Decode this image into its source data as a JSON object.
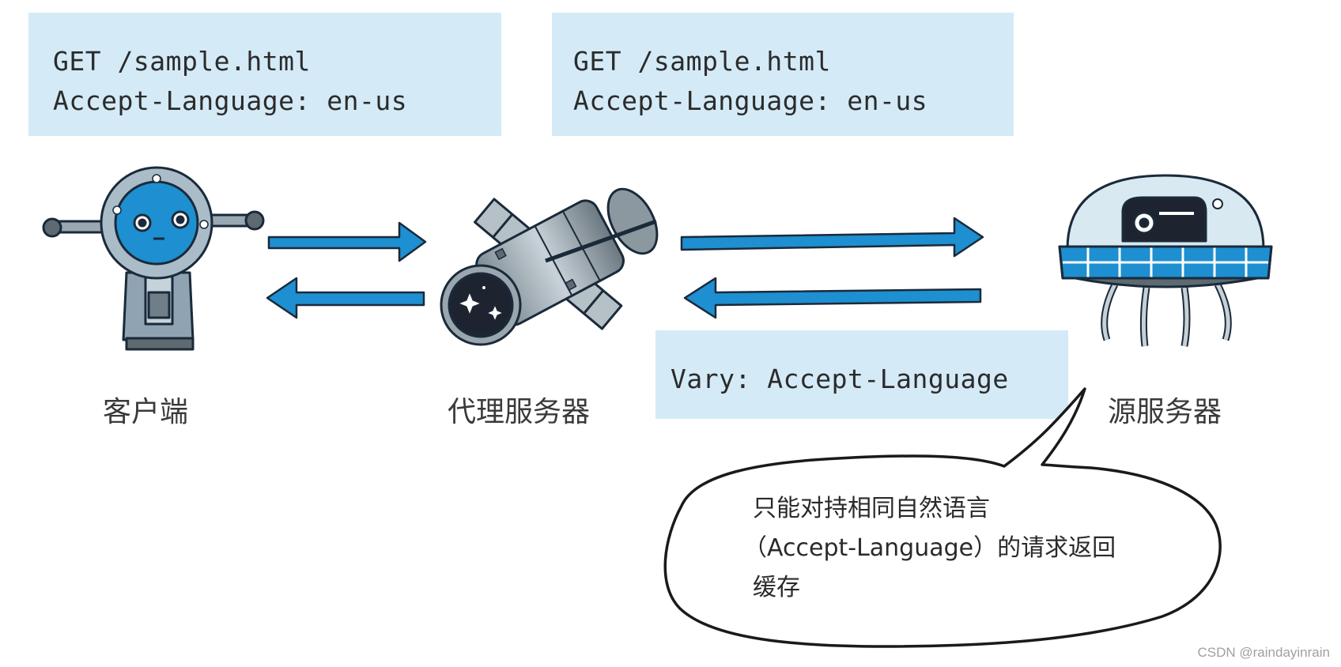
{
  "request_left": {
    "line1": "GET /sample.html",
    "line2": "Accept-Language: en-us"
  },
  "request_right": {
    "line1": "GET /sample.html",
    "line2": "Accept-Language: en-us"
  },
  "response_header": "Vary: Accept-Language",
  "nodes": {
    "client": "客户端",
    "proxy": "代理服务器",
    "origin": "源服务器"
  },
  "note": {
    "line1": "只能对持相同自然语言",
    "line2": "（Accept-Language）的请求返回",
    "line3": "缓存"
  },
  "watermark": "CSDN @raindayinrain",
  "colors": {
    "box_fill": "#d4eaf7",
    "arrow": "#1e8fd0",
    "arrow_outline": "#1a2a3a"
  },
  "icons": [
    "robot-client-icon",
    "satellite-proxy-icon",
    "dome-origin-server-icon"
  ]
}
